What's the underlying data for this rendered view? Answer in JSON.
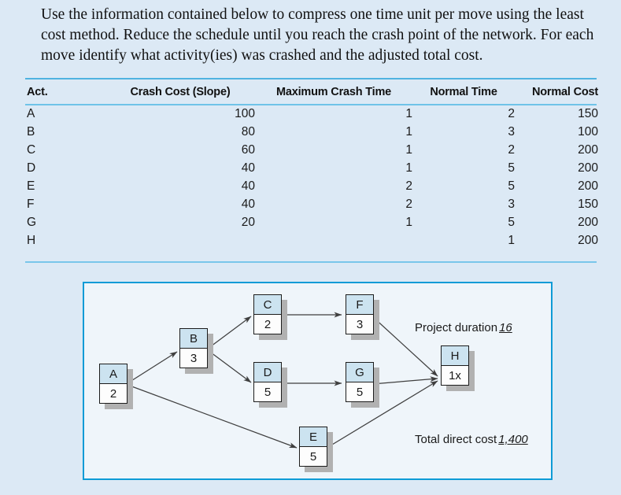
{
  "prompt": {
    "text": "Use the information contained below to compress one time unit per move using the least cost method. Reduce the schedule until you reach the crash point of the network. For each move identify what activity(ies) was crashed and the adjusted total cost."
  },
  "table": {
    "headers": [
      "Act.",
      "Crash Cost (Slope)",
      "Maximum Crash Time",
      "Normal Time",
      "Normal Cost"
    ],
    "rows": [
      {
        "act": "A",
        "slope": "100",
        "max_crash": "1",
        "normal_time": "2",
        "normal_cost": "150"
      },
      {
        "act": "B",
        "slope": "80",
        "max_crash": "1",
        "normal_time": "3",
        "normal_cost": "100"
      },
      {
        "act": "C",
        "slope": "60",
        "max_crash": "1",
        "normal_time": "2",
        "normal_cost": "200"
      },
      {
        "act": "D",
        "slope": "40",
        "max_crash": "1",
        "normal_time": "5",
        "normal_cost": "200"
      },
      {
        "act": "E",
        "slope": "40",
        "max_crash": "2",
        "normal_time": "5",
        "normal_cost": "200"
      },
      {
        "act": "F",
        "slope": "40",
        "max_crash": "2",
        "normal_time": "3",
        "normal_cost": "150"
      },
      {
        "act": "G",
        "slope": "20",
        "max_crash": "1",
        "normal_time": "5",
        "normal_cost": "200"
      },
      {
        "act": "H",
        "slope": "",
        "max_crash": "",
        "normal_time": "1",
        "normal_cost": "200"
      }
    ]
  },
  "diagram": {
    "nodes": [
      {
        "id": "A",
        "label": "A",
        "duration": "2"
      },
      {
        "id": "B",
        "label": "B",
        "duration": "3"
      },
      {
        "id": "C",
        "label": "C",
        "duration": "2"
      },
      {
        "id": "D",
        "label": "D",
        "duration": "5"
      },
      {
        "id": "E",
        "label": "E",
        "duration": "5"
      },
      {
        "id": "F",
        "label": "F",
        "duration": "3"
      },
      {
        "id": "G",
        "label": "G",
        "duration": "5"
      },
      {
        "id": "H",
        "label": "H",
        "duration": "1x"
      }
    ],
    "edges": [
      [
        "A",
        "B"
      ],
      [
        "A",
        "E"
      ],
      [
        "B",
        "C"
      ],
      [
        "B",
        "D"
      ],
      [
        "C",
        "F"
      ],
      [
        "D",
        "G"
      ],
      [
        "F",
        "H"
      ],
      [
        "G",
        "H"
      ],
      [
        "E",
        "H"
      ]
    ],
    "annotations": {
      "project_duration_label": "Project duration",
      "project_duration_value": "16",
      "total_direct_cost_label": "Total direct cost",
      "total_direct_cost_value": "1,400"
    }
  },
  "colors": {
    "page_background": "#dce9f5",
    "panel_background": "#eff5fa",
    "panel_border": "#0d9bd6",
    "rule_top": "#4fb3e0",
    "rule_head": "#6fc3e8",
    "rule_bottom": "#79c6ea",
    "node_header": "#cce3f0",
    "node_body": "#fdfdfd",
    "node_outline": "#1c1c1c",
    "node_shadow": "#b1b1b1"
  }
}
